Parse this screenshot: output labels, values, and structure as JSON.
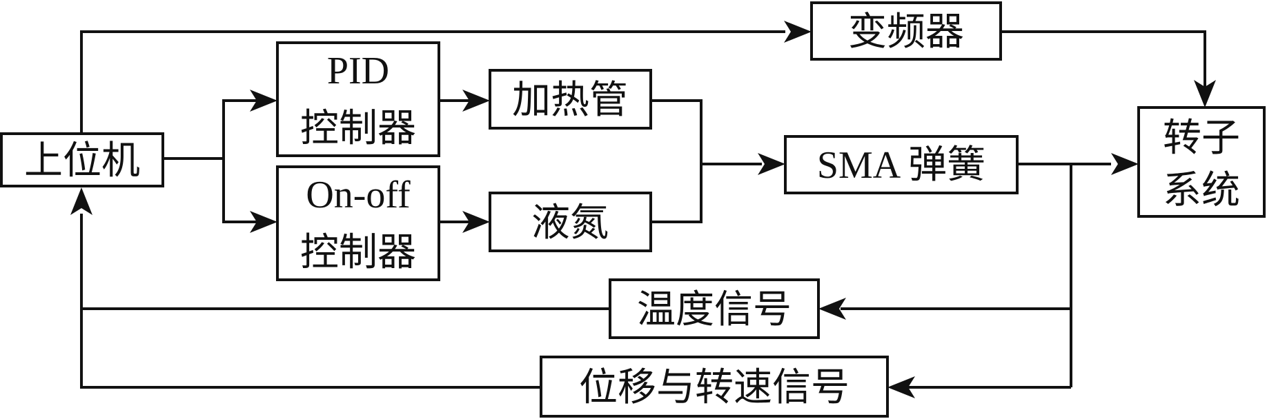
{
  "nodes": {
    "host_pc": "上位机",
    "vfd": "变频器",
    "pid_line1": "PID",
    "pid_line2": "控制器",
    "onoff_line1": "On-off",
    "onoff_line2": "控制器",
    "heater": "加热管",
    "liquid_nitrogen": "液氮",
    "sma_spring": "SMA 弹簧",
    "rotor_line1": "转子",
    "rotor_line2": "系统",
    "temp_signal": "温度信号",
    "disp_speed_signal": "位移与转速信号"
  },
  "edges": [
    {
      "from": "上位机",
      "to": "变频器"
    },
    {
      "from": "上位机",
      "to": "PID 控制器"
    },
    {
      "from": "上位机",
      "to": "On-off 控制器"
    },
    {
      "from": "PID 控制器",
      "to": "加热管"
    },
    {
      "from": "On-off 控制器",
      "to": "液氮"
    },
    {
      "from": "加热管",
      "to": "SMA 弹簧"
    },
    {
      "from": "液氮",
      "to": "SMA 弹簧"
    },
    {
      "from": "SMA 弹簧",
      "to": "转子系统"
    },
    {
      "from": "变频器",
      "to": "转子系统"
    },
    {
      "from": "SMA 弹簧",
      "to": "温度信号"
    },
    {
      "from": "SMA 弹簧",
      "to": "位移与转速信号"
    },
    {
      "from": "温度信号",
      "to": "上位机"
    },
    {
      "from": "位移与转速信号",
      "to": "上位机"
    }
  ]
}
